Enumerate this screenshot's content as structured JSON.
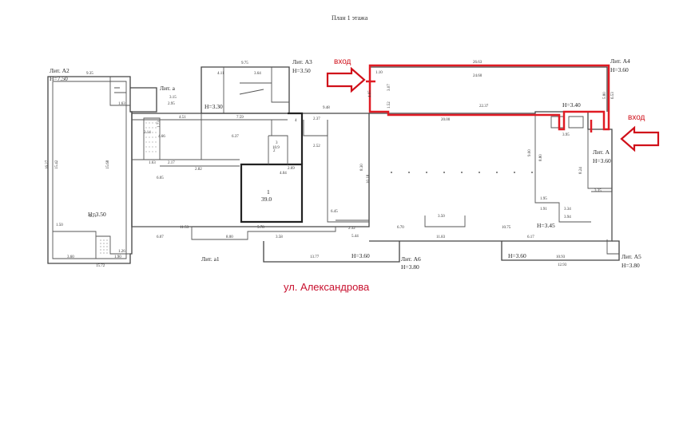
{
  "title": "План 1 этажа",
  "street": "ул. Александрова",
  "entrance_label": "вход",
  "highlight_color": "#e01b24",
  "liters": {
    "a2": "Лит. А2",
    "a2_h": "Н=7.50",
    "a3": "Лит. А3",
    "a3_h": "Н=3.50",
    "a4": "Лит. А4",
    "a4_h": "Н=3.60",
    "a_small": "Лит. а",
    "a_big": "Лит. А",
    "a_big_h": "Н=3.60",
    "a1": "Лит. а1",
    "a6": "Лит. А6",
    "a6_h": "Н=3.80",
    "a5": "Лит. А5",
    "a5_h": "Н=3.80"
  },
  "heights": {
    "h330": "Н=3.30",
    "h340": "Н=3.40",
    "h350": "Н=3.50",
    "h345": "Н=3.45",
    "h360a": "Н=3.60",
    "h360b": "Н=3.60"
  },
  "dims": {
    "d935": "9.35",
    "d975": "9.75",
    "d2663": "26.63",
    "d2460": "24.60",
    "d2237": "22.37",
    "d2000": "20.00",
    "d948": "9.48",
    "d1627": "16.27",
    "d1542": "15.42",
    "d1568": "15.68",
    "d821": "8.21",
    "d150": "1.50",
    "d360": "3.60",
    "d190": "1.90",
    "d1572": "15.72",
    "d607": "6.07",
    "d1153": "11.53",
    "d800": "8.00",
    "d578": "5.78",
    "d358": "3.58",
    "d1377": "13.77",
    "d544": "5.44",
    "d670": "6.70",
    "d1183": "11.83",
    "d1075": "10.75",
    "d617": "6.17",
    "d1093": "10.93",
    "d1293": "12.93",
    "d1018": "10.18",
    "d830": "8.30",
    "d900": "9.00",
    "d880": "8.80",
    "d637": "6.37",
    "d466": "4.66",
    "d451": "4.51",
    "d759": "7.59",
    "d605": "6.05",
    "d217": "2.17",
    "d282": "2.82",
    "d411": "4.11",
    "d364": "3.64",
    "d315": "3.15",
    "d295": "2.95",
    "d163a": "1.63",
    "d163b": "1.63",
    "d110": "1.10",
    "d307": "3.07",
    "d152": "1.52",
    "d465": "4.65",
    "d580": "5.80",
    "d653": "6.53",
    "d395": "3.95",
    "d350": "3.50",
    "d645": "6.45",
    "d232": "2.32",
    "d404": "4.04",
    "d269": "2.69",
    "d252": "2.52",
    "d237": "2.37",
    "d334": "3.34",
    "d394": "3.94",
    "d191": "1.91",
    "d824": "8.24",
    "d335": "3.35",
    "d195": "1.95",
    "d214": "2.14",
    "d126": "1.26",
    "d173": "1.73"
  },
  "rooms": {
    "r1_num": "1",
    "r1_area": "39.0",
    "r2_num": "2",
    "r3_num": "3",
    "r3_area": "10.9",
    "r4_num": "4"
  }
}
